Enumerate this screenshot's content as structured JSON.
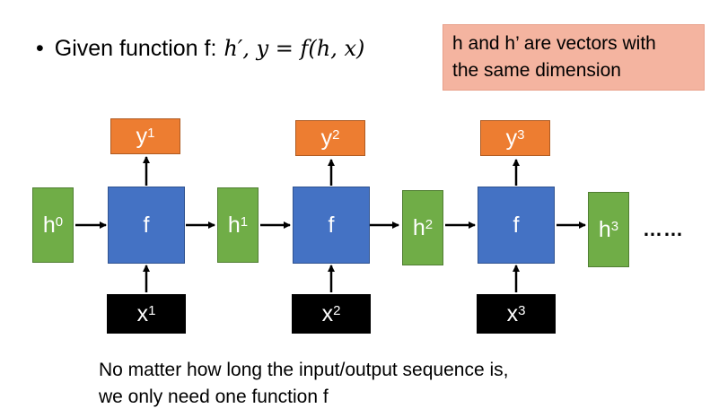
{
  "header": {
    "bullet": "•",
    "prefix": "Given function f:",
    "formula": "h′, y = f(h, x)"
  },
  "callout": {
    "line1": "h and h’ are vectors with",
    "line2": "the same dimension",
    "color": "#f4b4a0"
  },
  "diagram": {
    "h_nodes": [
      {
        "base": "h",
        "sup": "0"
      },
      {
        "base": "h",
        "sup": "1"
      },
      {
        "base": "h",
        "sup": "2"
      },
      {
        "base": "h",
        "sup": "3"
      }
    ],
    "f_nodes": [
      {
        "label": "f"
      },
      {
        "label": "f"
      },
      {
        "label": "f"
      }
    ],
    "y_nodes": [
      {
        "base": "y",
        "sup": "1"
      },
      {
        "base": "y",
        "sup": "2"
      },
      {
        "base": "y",
        "sup": "3"
      }
    ],
    "x_nodes": [
      {
        "base": "x",
        "sup": "1"
      },
      {
        "base": "x",
        "sup": "2"
      },
      {
        "base": "x",
        "sup": "3"
      }
    ],
    "ellipsis": "……",
    "colors": {
      "h": "#70ad47",
      "f": "#4472c4",
      "y": "#ed7d31",
      "x": "#000000"
    }
  },
  "footer": {
    "line1": "No matter how long the input/output sequence is,",
    "line2": "we only need one function f"
  }
}
